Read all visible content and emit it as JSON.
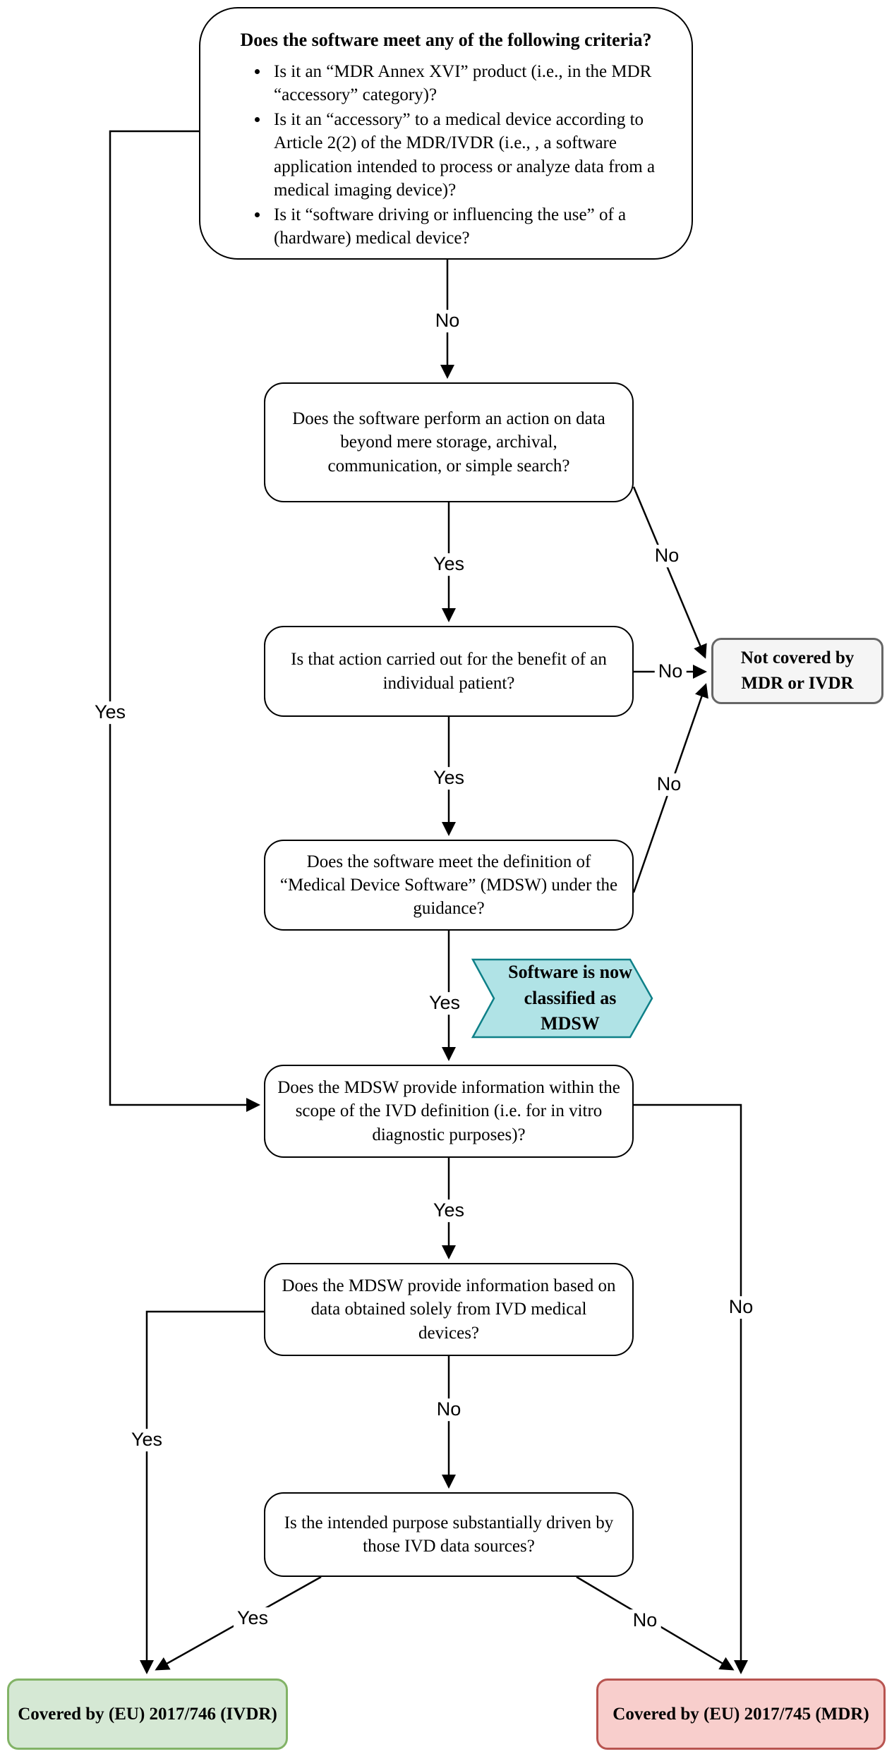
{
  "diagram": {
    "background_color": "#ffffff",
    "line_color": "#000000",
    "nodes": {
      "criteria": {
        "title": "Does the software meet any of the following criteria?",
        "bullets": [
          "Is it an “MDR Annex XVI” product (i.e., in the MDR “accessory” category)?",
          "Is it an “accessory” to a medical device according to Article 2(2) of the MDR/IVDR (i.e., , a software application intended to process or analyze data from a medical imaging device)?",
          "Is it “software driving or influencing the use” of a (hardware) medical device?"
        ]
      },
      "action_on_data": {
        "text": "Does the software perform an action on data beyond mere storage, archival, communication, or simple search?"
      },
      "benefit_patient": {
        "text": "Is that action carried out for the benefit of an individual patient?"
      },
      "not_covered": {
        "text": "Not covered by MDR or IVDR",
        "fill": "#f5f5f5",
        "border": "#666666"
      },
      "mdsw_definition": {
        "text": "Does the software meet the definition of “Medical Device Software” (MDSW) under the guidance?"
      },
      "mdsw_banner": {
        "text": "Software is now classified as MDSW",
        "fill": "#b0e3e6",
        "border": "#0e8088"
      },
      "ivd_scope": {
        "text": "Does the MDSW provide information within the scope of the IVD definition (i.e. for in vitro diagnostic purposes)?"
      },
      "solely_ivd": {
        "text": "Does the MDSW provide information based on data obtained solely from IVD medical devices?"
      },
      "intended_purpose": {
        "text": "Is the intended purpose substantially driven by those IVD data sources?"
      },
      "covered_ivdr": {
        "text": "Covered by (EU) 2017/746 (IVDR)",
        "fill": "#d5e8d4",
        "border": "#82b366"
      },
      "covered_mdr": {
        "text": "Covered by (EU) 2017/745 (MDR)",
        "fill": "#f8cecc",
        "border": "#b85450"
      }
    },
    "edges": [
      {
        "id": "criteria-no",
        "from": "criteria",
        "to": "action_on_data",
        "label": "No"
      },
      {
        "id": "criteria-yes",
        "from": "criteria",
        "to": "ivd_scope",
        "label": "Yes"
      },
      {
        "id": "action-yes",
        "from": "action_on_data",
        "to": "benefit_patient",
        "label": "Yes"
      },
      {
        "id": "action-no",
        "from": "action_on_data",
        "to": "not_covered",
        "label": "No"
      },
      {
        "id": "benefit-no",
        "from": "benefit_patient",
        "to": "not_covered",
        "label": "No"
      },
      {
        "id": "benefit-yes",
        "from": "benefit_patient",
        "to": "mdsw_definition",
        "label": "Yes"
      },
      {
        "id": "mdsw-no",
        "from": "mdsw_definition",
        "to": "not_covered",
        "label": "No"
      },
      {
        "id": "mdsw-yes",
        "from": "mdsw_definition",
        "to": "ivd_scope",
        "label": "Yes"
      },
      {
        "id": "scope-yes",
        "from": "ivd_scope",
        "to": "solely_ivd",
        "label": "Yes"
      },
      {
        "id": "scope-no",
        "from": "ivd_scope",
        "to": "covered_mdr",
        "label": "No"
      },
      {
        "id": "solely-yes",
        "from": "solely_ivd",
        "to": "covered_ivdr",
        "label": "Yes"
      },
      {
        "id": "solely-no",
        "from": "solely_ivd",
        "to": "intended_purpose",
        "label": "No"
      },
      {
        "id": "purpose-yes",
        "from": "intended_purpose",
        "to": "covered_ivdr",
        "label": "Yes"
      },
      {
        "id": "purpose-no",
        "from": "intended_purpose",
        "to": "covered_mdr",
        "label": "No"
      }
    ]
  }
}
